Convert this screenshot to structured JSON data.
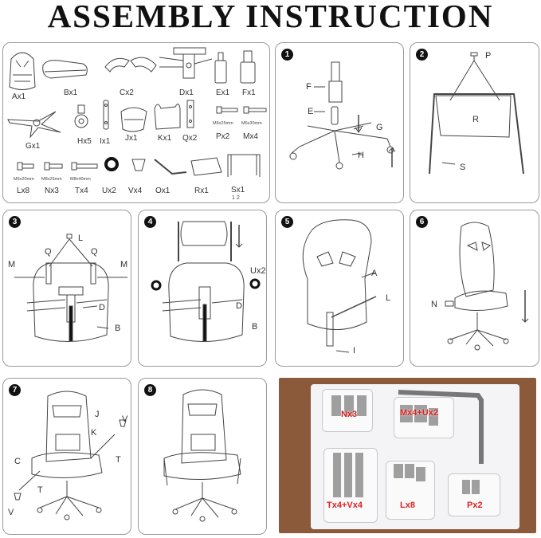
{
  "title": "ASSEMBLY INSTRUCTION",
  "parts": {
    "A": "Ax1",
    "B": "Bx1",
    "C": "Cx2",
    "D": "Dx1",
    "E": "Ex1",
    "F": "Fx1",
    "G": "Gx1",
    "H": "Hx5",
    "I": "Ix1",
    "J": "Jx1",
    "K": "Kx1",
    "Q": "Qx2",
    "P": "Px2",
    "M": "Mx4",
    "L": "Lx8",
    "N": "Nx3",
    "T": "Tx4",
    "U": "Ux2",
    "V": "Vx4",
    "O": "Ox1",
    "R": "Rx1",
    "S": "Sx1",
    "S_sub": "1  2",
    "P_size": "M6x25mm",
    "M_size": "M6x30mm",
    "L_size": "M6x20mm",
    "N_size": "M8x25mm",
    "T_size": "M8x40mm"
  },
  "steps": {
    "s1": {
      "num": "1",
      "F": "F",
      "E": "E",
      "G": "G",
      "H": "H"
    },
    "s2": {
      "num": "2",
      "P": "P",
      "R": "R",
      "S": "S"
    },
    "s3": {
      "num": "3",
      "L": "L",
      "Q1": "Q",
      "Q2": "Q",
      "M1": "M",
      "M2": "M",
      "D": "D",
      "B": "B"
    },
    "s4": {
      "num": "4",
      "U": "Ux2",
      "D": "D",
      "B": "B"
    },
    "s5": {
      "num": "5",
      "A": "A",
      "L": "L",
      "I": "I"
    },
    "s6": {
      "num": "6",
      "N": "N"
    },
    "s7": {
      "num": "7",
      "J": "J",
      "K": "K",
      "V1": "V",
      "V2": "V",
      "T1": "T",
      "T2": "T",
      "C": "C"
    },
    "s8": {
      "num": "8"
    }
  },
  "photo": {
    "bags": [
      "Nx3",
      "Mx4+Ux2",
      "Tx4+Vx4",
      "Lx8",
      "Px2"
    ]
  }
}
